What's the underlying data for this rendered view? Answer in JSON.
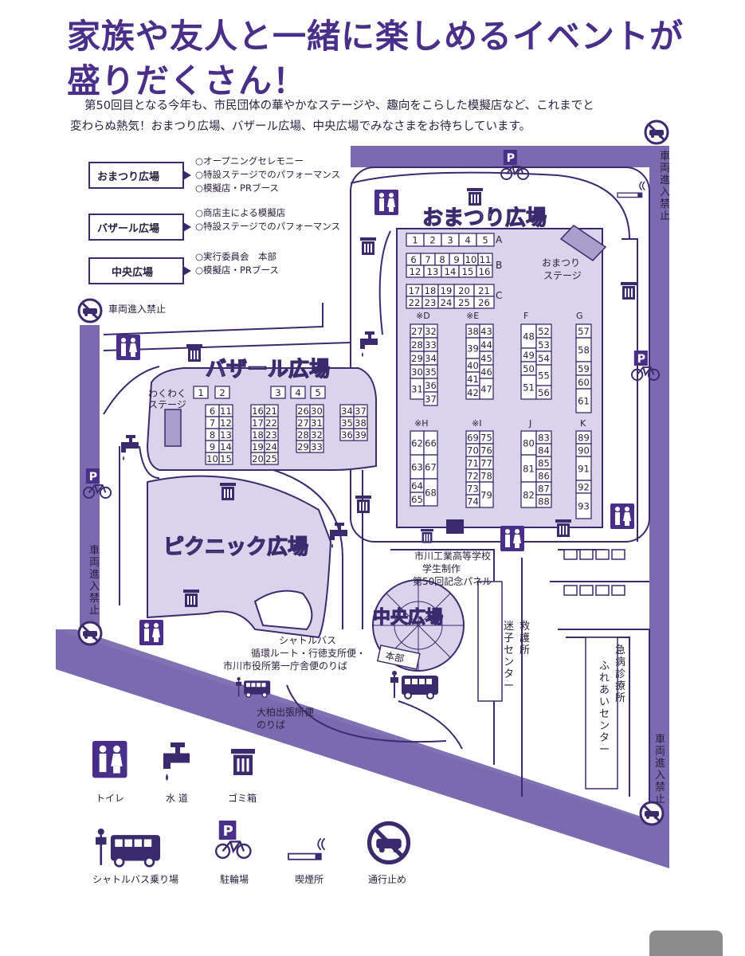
{
  "headline": {
    "line1": "家族や友人と一緒に楽しめるイベントが",
    "line2": "盛りだくさん！"
  },
  "intro": {
    "line1": "第50回目となる今年も、市民団体の華やかなステージや、趣向をこらした模擬店など、これまでと",
    "line2": "変わらぬ熱気！おまつり広場、バザール広場、中央広場でみなさまをお待ちしています。"
  },
  "areas_legend": [
    {
      "name": "おまつり広場",
      "items": [
        "○オープニングセレモニー",
        "○特設ステージでのパフォーマンス",
        "○模擬店・PRブース"
      ]
    },
    {
      "name": "バザール広場",
      "items": [
        "○商店主による模擬店",
        "○特設ステージでのパフォーマンス"
      ]
    },
    {
      "name": "中央広場",
      "items": [
        "○実行委員会　本部",
        "○模擬店・PRブース"
      ]
    }
  ],
  "map": {
    "omatsuri_title": "おまつり広場",
    "omatsuri_stage": [
      "おまつり",
      "ステージ"
    ],
    "bazaar_title": "バザール広場",
    "bazaar_stage": [
      "わくわく",
      "ステージ"
    ],
    "picnic_title": "ピクニック広場",
    "chuo_title": "中央広場",
    "honbu": "本部",
    "no_vehicle": "車両進入禁止",
    "school_panel": [
      "市川工業高等学校",
      "学生制作",
      "第50回記念パネル"
    ],
    "shuttle_main": [
      "シャトルバス",
      "循環ルート・行徳支所便・",
      "市川市役所第一庁舎便のりば"
    ],
    "shuttle_sub": [
      "大柏出張所便",
      "のりば"
    ],
    "kyugo": "救護所",
    "maigo": "迷子センター",
    "kyubyo": "急病診療所",
    "fureai": "ふれあいセンター",
    "row_labels": [
      "A",
      "B",
      "C"
    ],
    "col_labels": [
      "※D",
      "※E",
      "F",
      "G",
      "※H",
      "※I",
      "J",
      "K"
    ],
    "row_a": [
      "1",
      "2",
      "3",
      "4",
      "5"
    ],
    "row_b_top": [
      "6",
      "7",
      "8",
      "9",
      "10",
      "11"
    ],
    "row_b_bot": [
      "12",
      "13",
      "14",
      "15",
      "16"
    ],
    "row_c_top": [
      "17",
      "18",
      "19",
      "20",
      "21"
    ],
    "row_c_bot": [
      "22",
      "23",
      "24",
      "25",
      "26"
    ],
    "col_d": [
      "27",
      "28",
      "29",
      "30",
      "31"
    ],
    "col_d2": [
      "32",
      "33",
      "34",
      "35",
      "36",
      "37"
    ],
    "col_e": [
      "38",
      "39",
      "40",
      "41",
      "42"
    ],
    "col_e2": [
      "43",
      "44",
      "45",
      "46",
      "47"
    ],
    "col_f": [
      "48",
      "49",
      "50",
      "51"
    ],
    "col_f2": [
      "52",
      "53",
      "54",
      "55",
      "56"
    ],
    "col_g": [
      "57",
      "58",
      "59",
      "60",
      "61"
    ],
    "col_h": [
      "62",
      "63",
      "64",
      "65"
    ],
    "col_h2": [
      "66",
      "67",
      "68"
    ],
    "col_i": [
      "69",
      "70",
      "71",
      "72",
      "73",
      "74"
    ],
    "col_i2": [
      "75",
      "76",
      "77",
      "78",
      "79"
    ],
    "col_j": [
      "80",
      "81",
      "82"
    ],
    "col_j2": [
      "83",
      "84",
      "85",
      "86",
      "87",
      "88"
    ],
    "col_k": [
      "89",
      "90",
      "91",
      "92",
      "93"
    ],
    "bazaar_row": [
      "1",
      "2",
      "3",
      "4",
      "5"
    ],
    "bz_c1": [
      "6",
      "7",
      "8",
      "9",
      "10"
    ],
    "bz_c2": [
      "11",
      "12",
      "13",
      "14",
      "15"
    ],
    "bz_c3": [
      "16",
      "17",
      "18",
      "19",
      "20"
    ],
    "bz_c4": [
      "21",
      "22",
      "23",
      "24",
      "25"
    ],
    "bz_c5": [
      "26",
      "27",
      "28",
      "29"
    ],
    "bz_c6": [
      "30",
      "31",
      "32",
      "33"
    ],
    "bz_c7": [
      "34",
      "35",
      "36"
    ],
    "bz_c8": [
      "37",
      "38",
      "39"
    ]
  },
  "legend": {
    "toilet": "トイレ",
    "water": "水 道",
    "trash": "ゴミ箱",
    "shuttle": "シャトルバス乗り場",
    "bicycle": "駐輪場",
    "smoking": "喫煙所",
    "closed": "通行止め",
    "parking_letter": "P"
  },
  "colors": {
    "primary": "#4a2f8a",
    "road": "#7b6ab0",
    "plaza": "#d9d4ec",
    "outline": "#3c2a6e"
  }
}
